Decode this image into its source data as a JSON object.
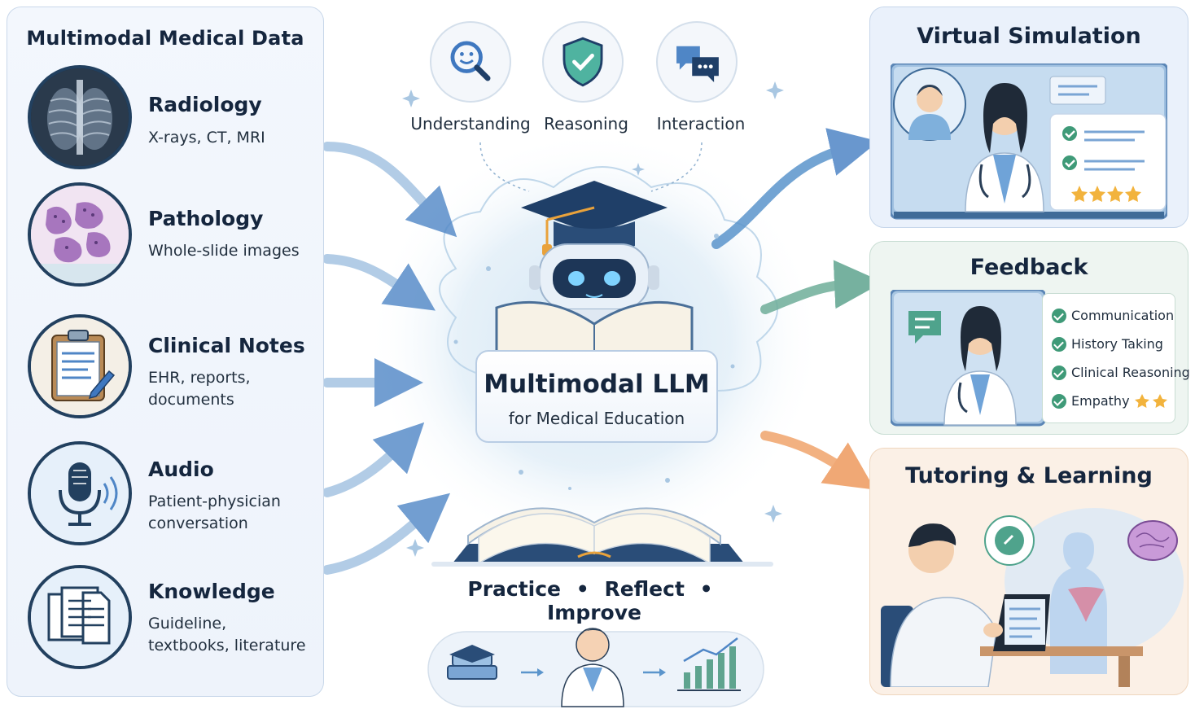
{
  "left_panel": {
    "title": "Multimodal Medical Data",
    "sources": [
      {
        "title": "Radiology",
        "desc": "X-rays, CT, MRI",
        "icon": "xray-icon"
      },
      {
        "title": "Pathology",
        "desc": "Whole-slide images",
        "icon": "pathology-slide-icon"
      },
      {
        "title": "Clinical Notes",
        "desc": "EHR, reports, documents",
        "icon": "clipboard-icon"
      },
      {
        "title": "Audio",
        "desc": "Patient-physician conversation",
        "icon": "microphone-icon"
      },
      {
        "title": "Knowledge",
        "desc": "Guideline, textbooks, literature",
        "icon": "documents-icon"
      }
    ]
  },
  "capabilities": [
    {
      "label": "Understanding",
      "icon": "search-smile-icon"
    },
    {
      "label": "Reasoning",
      "icon": "shield-check-icon"
    },
    {
      "label": "Interaction",
      "icon": "chat-bubbles-icon"
    }
  ],
  "center": {
    "title": "Multimodal LLM",
    "subtitle": "for Medical Education",
    "practice": [
      "Practice",
      "Reflect",
      "Improve"
    ],
    "separator": "•"
  },
  "right_panels": {
    "simulation": {
      "title": "Virtual Simulation"
    },
    "feedback": {
      "title": "Feedback",
      "items": [
        "Communication",
        "History Taking",
        "Clinical Reasoning",
        "Empathy"
      ]
    },
    "tutoring": {
      "title": "Tutoring & Learning"
    }
  },
  "colors": {
    "navy": "#22405f",
    "blue_arrow": "#4f86c6",
    "green_arrow": "#5fa48f",
    "orange_arrow": "#ee9a5e",
    "check_green": "#3f9a78",
    "star": "#f2b33d"
  }
}
